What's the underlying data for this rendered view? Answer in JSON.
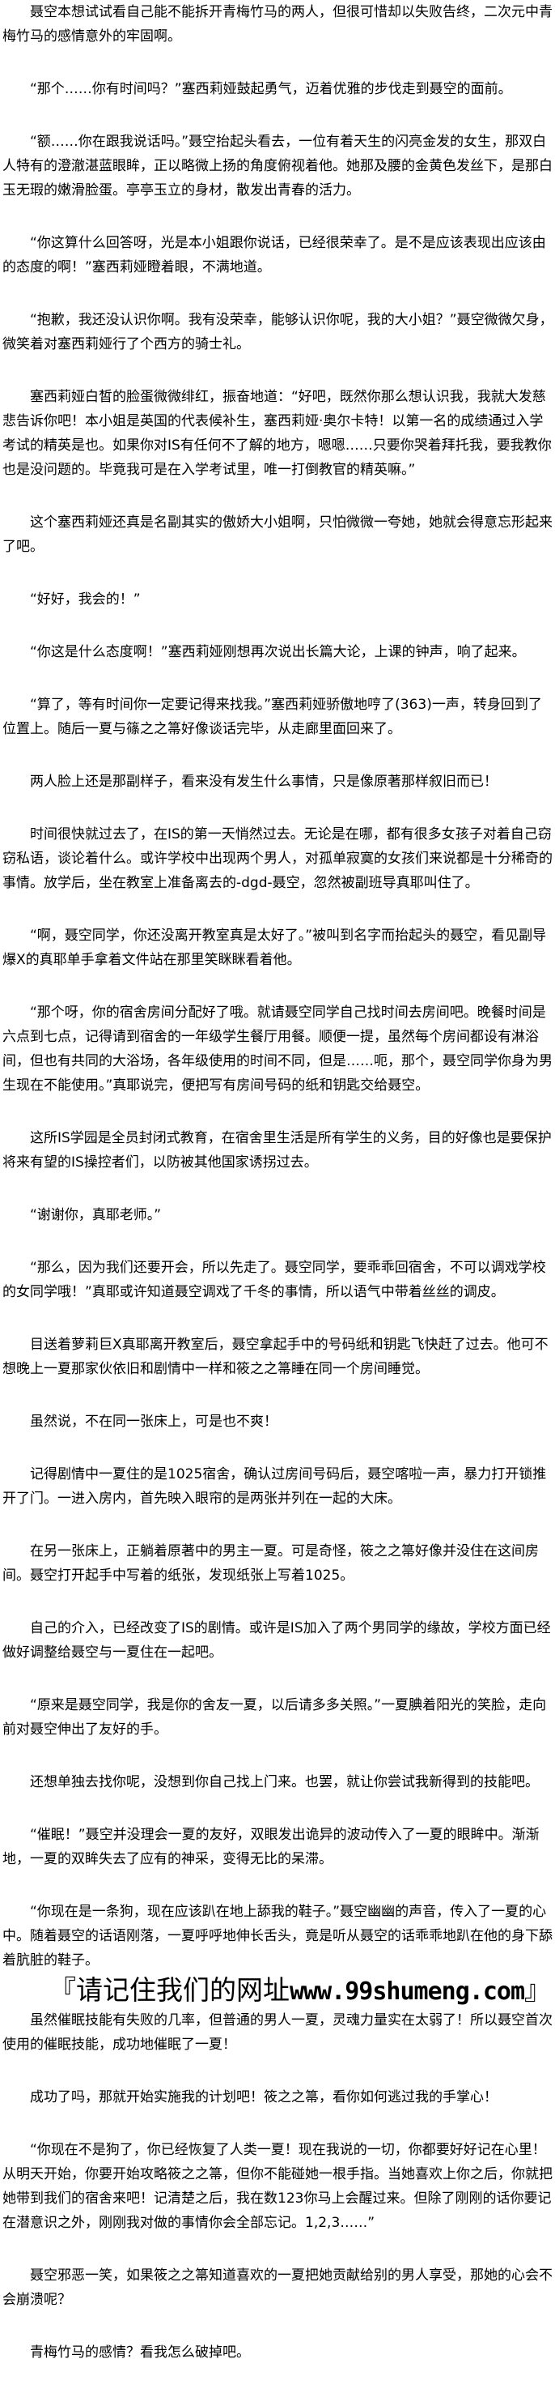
{
  "paragraphs": [
    "聂空本想试试看自己能不能拆开青梅竹马的两人，但很可惜却以失败告终，二次元中青梅竹马的感情意外的牢固啊。",
    "“那个……你有时间吗？”塞西莉娅鼓起勇气，迈着优雅的步伐走到聂空的面前。",
    "“额……你在跟我说话吗。”聂空抬起头看去，一位有着天生的闪亮金发的女生，那双白人特有的澄澈湛蓝眼眸，正以略微上扬的角度俯视着他。她那及腰的金黄色发丝下，是那白玉无瑕的嫩滑脸蛋。亭亭玉立的身材，散发出青春的活力。",
    "“你这算什么回答呀，光是本小姐跟你说话，已经很荣幸了。是不是应该表现出应该由的态度的啊！”塞西莉娅瞪着眼，不满地道。",
    "“抱歉，我还没认识你啊。我有没荣幸，能够认识你呢，我的大小姐？”聂空微微欠身，微笑着对塞西莉娅行了个西方的骑士礼。",
    "塞西莉娅白皙的脸蛋微微绯红，振奋地道：“好吧，既然你那么想认识我，我就大发慈悲告诉你吧！本小姐是英国的代表候补生，塞西莉娅·奥尔卡特！以第一名的成绩通过入学考试的精英是也。如果你对IS有任何不了解的地方，嗯嗯……只要你哭着拜托我，要我教你也是没问题的。毕竟我可是在入学考试里，唯一打倒教官的精英嘛。”",
    "这个塞西莉娅还真是名副其实的傲娇大小姐啊，只怕微微一夸她，她就会得意忘形起来了吧。",
    "“好好，我会的！”",
    "“你这是什么态度啊！”塞西莉娅刚想再次说出长篇大论，上课的钟声，响了起来。",
    "“算了，等有时间你一定要记得来找我。”塞西莉娅骄傲地哼了(363)一声，转身回到了位置上。随后一夏与篠之之箒好像谈话完毕，从走廊里面回来了。",
    "两人脸上还是那副样子，看来没有发生什么事情，只是像原著那样叙旧而已！",
    "时间很快就过去了，在IS的第一天悄然过去。无论是在哪，都有很多女孩子对着自己窃窃私语，谈论着什么。或许学校中出现两个男人，对孤单寂寞的女孩们来说都是十分稀奇的事情。放学后，坐在教室上准备离去的-dgd-聂空，忽然被副班导真耶叫住了。",
    "“啊，聂空同学，你还没离开教室真是太好了。”被叫到名字而抬起头的聂空，看见副导爆X的真耶单手拿着文件站在那里笑眯眯看着他。",
    "“那个呀，你的宿舍房间分配好了哦。就请聂空同学自己找时间去房间吧。晚餐时间是六点到七点，记得请到宿舍的一年级学生餐厅用餐。顺便一提，虽然每个房间都设有淋浴间，但也有共同的大浴场，各年级使用的时间不同，但是……呃，那个，聂空同学你身为男生现在不能使用。”真耶说完，便把写有房间号码的纸和钥匙交给聂空。",
    "这所IS学园是全员封闭式教育，在宿舍里生活是所有学生的义务，目的好像也是要保护将来有望的IS操控者们，以防被其他国家诱拐过去。",
    "“谢谢你，真耶老师。”",
    "“那么，因为我们还要开会，所以先走了。聂空同学，要乖乖回宿舍，不可以调戏学校的女同学哦！”真耶或许知道聂空调戏了千冬的事情，所以语气中带着丝丝的调皮。",
    "目送着萝莉巨X真耶离开教室后，聂空拿起手中的号码纸和钥匙飞快赶了过去。他可不想晚上一夏那家伙依旧和剧情中一样和筱之之箒睡在同一个房间睡觉。",
    "虽然说，不在同一张床上，可是也不爽！",
    "记得剧情中一夏住的是1025宿舍，确认过房间号码后，聂空喀啦一声，暴力打开锁推开了门。一进入房内，首先映入眼帘的是两张并列在一起的大床。",
    "在另一张床上，正躺着原著中的男主一夏。可是奇怪，筱之之箒好像并没住在这间房间。聂空打开起手中写着的纸张，发现纸张上写着1025。",
    "自己的介入，已经改变了IS的剧情。或许是IS加入了两个男同学的缘故，学校方面已经做好调整给聂空与一夏住在一起吧。",
    "“原来是聂空同学，我是你的舍友一夏，以后请多多关照。”一夏腆着阳光的笑脸，走向前对聂空伸出了友好的手。",
    "还想单独去找你呢，没想到你自己找上门来。也罢，就让你尝试我新得到的技能吧。",
    "“催眠！”聂空并没理会一夏的友好，双眼发出诡异的波动传入了一夏的眼眸中。渐渐地，一夏的双眸失去了应有的神采，变得无比的呆滞。",
    "“你现在是一条狗，现在应该趴在地上舔我的鞋子。”聂空幽幽的声音，传入了一夏的心中。随着聂空的话语刚落，一夏呼呼地伸长舌头，竟是听从聂空的话乖乖地趴在他的身下舔着肮脏的鞋子。",
    "虽然催眠技能有失败的几率，但普通的男人一夏，灵魂力量实在太弱了！所以聂空首次使用的催眠技能，成功地催眠了一夏！",
    "成功了吗，那就开始实施我的计划吧！筱之之箒，看你如何逃过我的手掌心！",
    "“你现在不是狗了，你已经恢复了人类一夏！现在我说的一切，你都要好好记在心里！从明天开始，你要开始攻略筱之之箒，但你不能碰她一根手指。当她喜欢上你之后，你就把她带到我们的宿舍来吧！记清楚之后，我在数123你马上会醒过来。但除了刚刚的话你要记在潜意识之外，刚刚我对做的事情你会全部忘记。1,2,3……”",
    "聂空邪恶一笑，如果筱之之箒知道喜欢的一夏把她贡献给别的男人享受，那她的心会不会崩溃呢？",
    "青梅竹马的感情？看我怎么破掉吧。"
  ],
  "banner": {
    "open": "『请记住我们的网址",
    "url": "www.99shumeng.com",
    "close": "』"
  }
}
